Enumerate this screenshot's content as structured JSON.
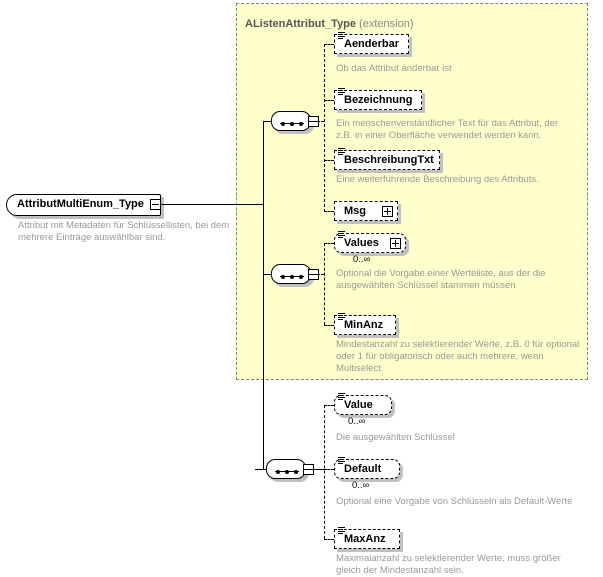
{
  "diagram": {
    "kind": "xsd-schema-diagram",
    "root": {
      "name": "AttributMultiEnum_Type",
      "description": "Attribut mit Metadaten für Schlüssellisten, bei dem mehrere Einträge auswählbar sind.",
      "expander": "minus-icon"
    },
    "extension_panel": {
      "title": "AListenAttribut_Type",
      "kind": "(extension)",
      "background": "#ffffcc"
    },
    "compositors": [
      {
        "id": "seq-top",
        "type": "sequence",
        "expander": "minus-icon"
      },
      {
        "id": "seq-mid",
        "type": "sequence",
        "expander": "minus-icon"
      },
      {
        "id": "seq-bottom",
        "type": "sequence",
        "expander": "minus-icon"
      }
    ],
    "nodes": [
      {
        "id": "aenderbar",
        "label": "Aenderbar",
        "shape": "square",
        "expander": null,
        "occurrence": null,
        "description": "Ob das Attribut änderbar ist"
      },
      {
        "id": "bezeichnung",
        "label": "Bezeichnung",
        "shape": "square",
        "expander": null,
        "occurrence": null,
        "description": "Ein menschenverständlicher Text für das Attribut, der z.B. in einer Oberfläche verwendet werden kann."
      },
      {
        "id": "beschreibungtxt",
        "label": "BeschreibungTxt",
        "shape": "square",
        "expander": null,
        "occurrence": null,
        "description": "Eine weiterführende Beschreibung des Attributs."
      },
      {
        "id": "msg",
        "label": "Msg",
        "shape": "square",
        "expander": "plus-icon",
        "occurrence": null,
        "description": null
      },
      {
        "id": "values",
        "label": "Values",
        "shape": "rounded",
        "expander": "plus-icon",
        "occurrence": "0..∞",
        "description": "Optional die Vorgabe einer Werteliste, aus der die ausgewählten Schlüssel stammen müssen"
      },
      {
        "id": "minanz",
        "label": "MinAnz",
        "shape": "square",
        "expander": null,
        "occurrence": null,
        "description": "Mindestanzahl zu selektierender Werte, z.B. 0 für optional oder 1 für obligatorisch oder auch mehrere, wenn Multiselect."
      },
      {
        "id": "value",
        "label": "Value",
        "shape": "rounded",
        "expander": null,
        "occurrence": "0..∞",
        "description": "Die ausgewählten Schlüssel"
      },
      {
        "id": "default",
        "label": "Default",
        "shape": "rounded",
        "expander": null,
        "occurrence": "0..∞",
        "description": "Optional eine Vorgabe von Schlüsseln als Default-Werte"
      },
      {
        "id": "maxanz",
        "label": "MaxAnz",
        "shape": "square",
        "expander": null,
        "occurrence": null,
        "description": "Maximalanzahl zu selektierender Werte, muss größer gleich der Mindestanzahl sein."
      }
    ]
  }
}
